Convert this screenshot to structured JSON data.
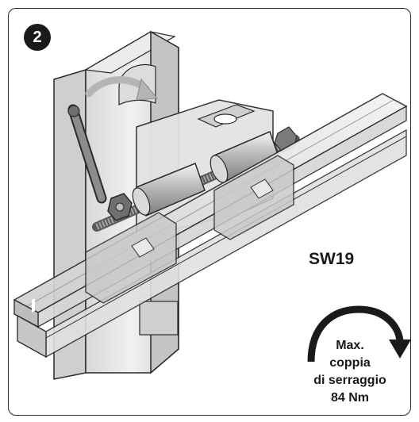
{
  "step": {
    "number": "2"
  },
  "labels": {
    "wrench_size": "SW19",
    "torque_lines": [
      "Max.",
      "coppia",
      "di serraggio",
      "84 Nm"
    ]
  },
  "icons": {
    "rotation_arrow": "curved-arrow-icon",
    "torque_arrow": "clockwise-torque-arrow-icon"
  },
  "colors": {
    "badge": "#1a1a1a",
    "metal_light": "#e6e6e6",
    "metal_mid": "#bdbdbd",
    "metal_dark": "#7a7a7a",
    "outline": "#2a2a2a"
  }
}
